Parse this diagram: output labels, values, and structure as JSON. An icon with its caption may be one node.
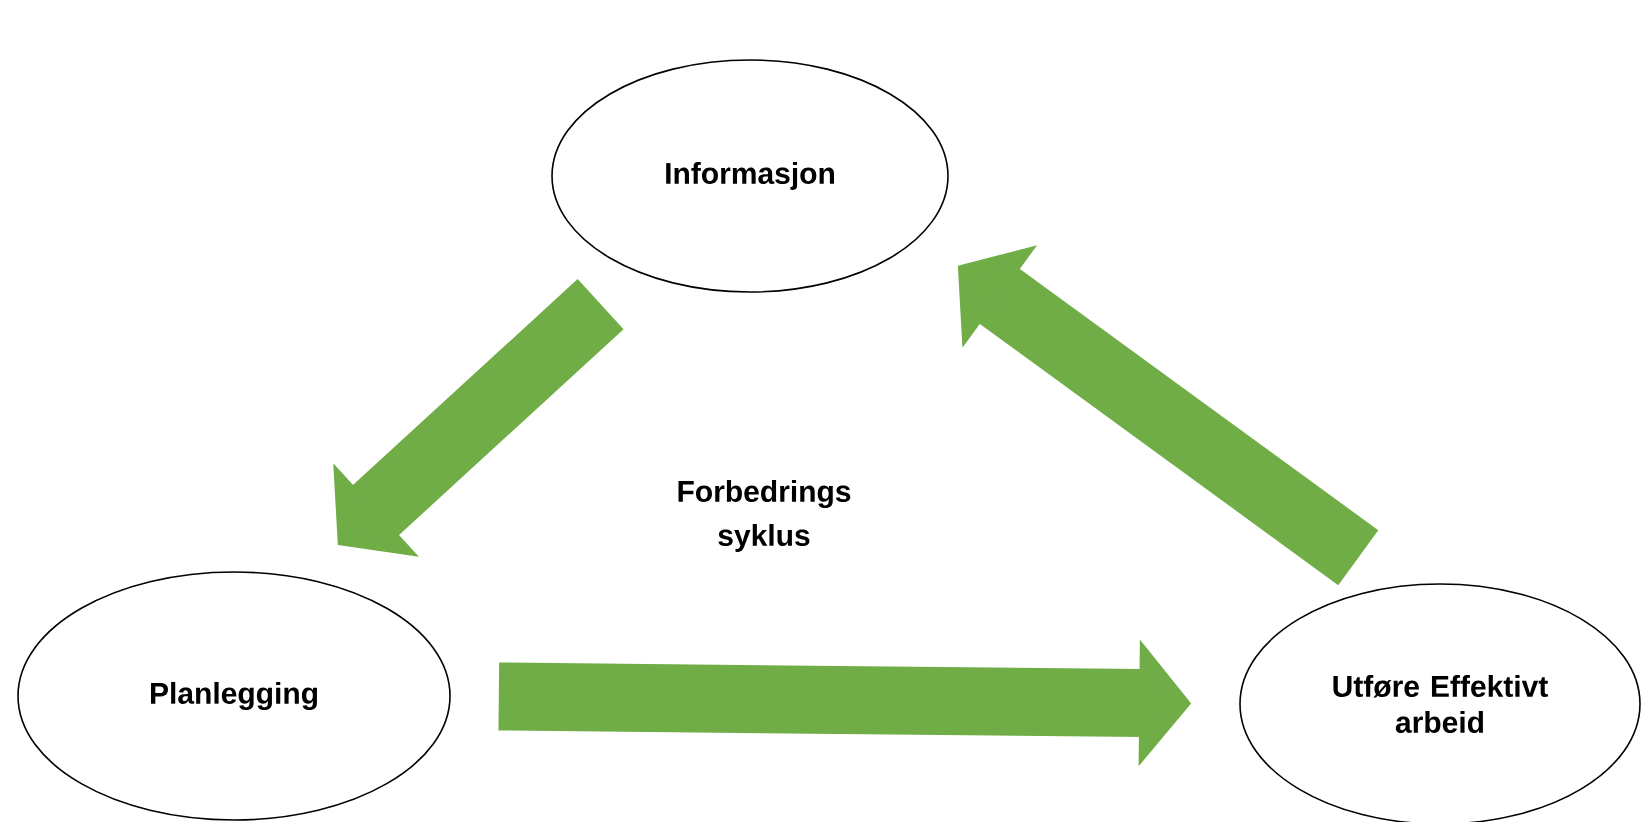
{
  "diagram": {
    "nodes": [
      {
        "text": [
          "Informasjon"
        ]
      },
      {
        "text": [
          "Planlegging"
        ]
      },
      {
        "text": [
          "Utføre Effektivt arbeid"
        ]
      }
    ],
    "edges": [
      {
        "from": 0,
        "to": 1,
        "arrow": "to"
      },
      {
        "from": 1,
        "to": 2,
        "arrow": "to"
      },
      {
        "from": 2,
        "to": 0,
        "arrow": "to"
      }
    ],
    "labels": [
      "Forbedrings syklus"
    ]
  }
}
